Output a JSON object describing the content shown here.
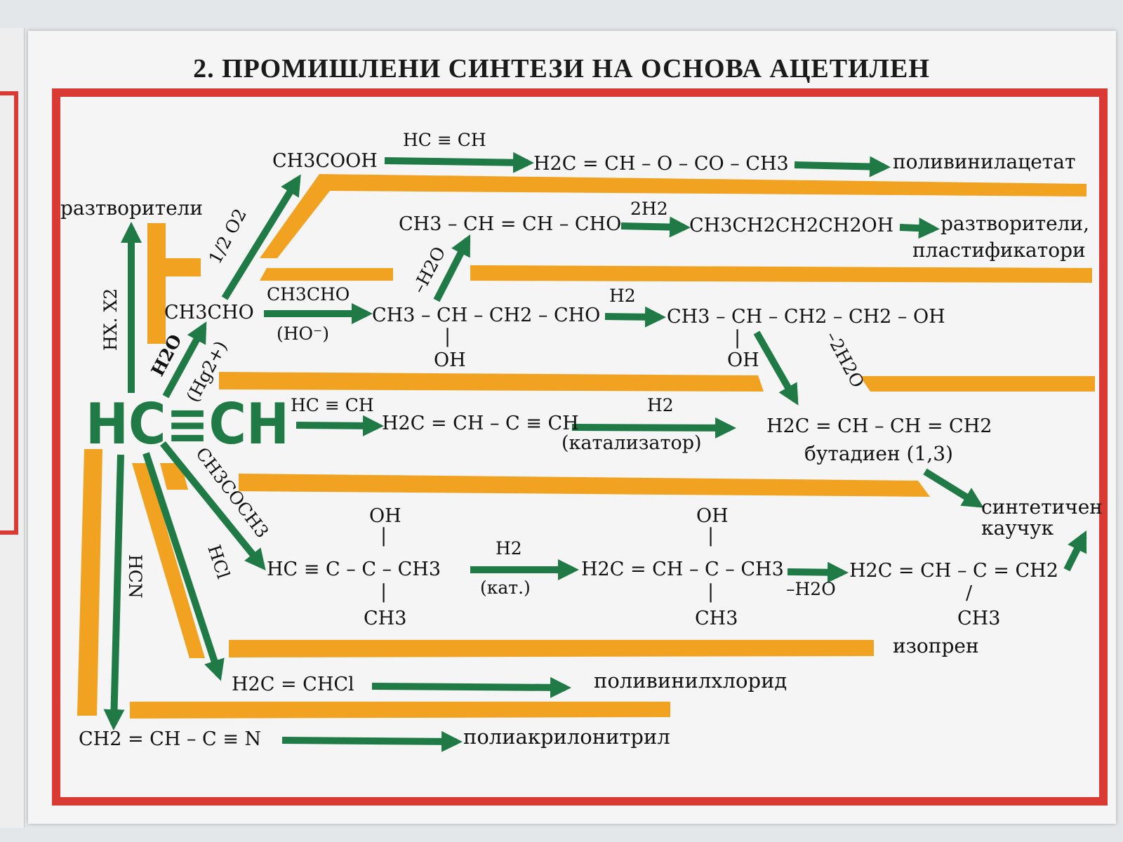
{
  "title": "2. ПРОМИШЛЕНИ СИНТЕЗИ НА ОСНОВА АЦЕТИЛЕН",
  "colors": {
    "frame": "#d93a33",
    "band": "#f0a220",
    "arrow": "#1f7a45",
    "text": "#111111"
  },
  "center": {
    "formula": "HC≡CH"
  },
  "nodes": {
    "ch3cooh": "CH3COOH",
    "vinyl_acetate": "H2C = CH – O – CO – CH3",
    "polyvinyl_acetate": "поливинилацетат",
    "crotonaldehyde": "CH3 – CH = CH – CHO",
    "butanol": "CH3CH2CH2CH2OH",
    "solvents_plasticizers_1": "разтворители,",
    "solvents_plasticizers_2": "пластификатори",
    "solvents": "разтворители",
    "acetaldehyde": "CH3CHO",
    "aldol": "CH3 – CH – CH2 – CHO",
    "aldol_oh": "OH",
    "butanediol": "CH3 – CH – CH2 – CH2 – OH",
    "butanediol_oh": "OH",
    "vinylacetylene": "H2C = CH – C ≡ CH",
    "butadiene": "H2C = CH – CH = CH2",
    "butadiene_name": "бутадиен (1,3)",
    "rubber_1": "синтетичен",
    "rubber_2": "каучук",
    "methylbutynol": "HC ≡ C – C – CH3",
    "methylbutynol_oh": "OH",
    "methylbutynol_ch3": "CH3",
    "methylbutenol": "H2C = CH – C – CH3",
    "methylbutenol_oh": "OH",
    "methylbutenol_ch3": "CH3",
    "isoprene_formula": "H2C = CH – C = CH2",
    "isoprene_ch3": "CH3",
    "isoprene_name": "изопрен",
    "vinyl_chloride": "H2C = CHCl",
    "pvc": "поливинилхлорид",
    "acrylonitrile": "CH2 = CH – C ≡ N",
    "polyacrylonitrile": "полиакрилонитрил"
  },
  "labels": {
    "hc_ch_top": "HC ≡ CH",
    "two_h2": "2H2",
    "ch3cho_reagent": "CH3CHO",
    "ho_minus": "(HO⁻)",
    "h2_a": "H2",
    "minus_h2o_a": "–H2O",
    "half_o2": "1/2 O2",
    "minus_2h2o": "–2H2O",
    "hx_x2": "HX. X2",
    "h2o": "H2O",
    "hg2": "(Hg2+)",
    "hc_ch_mid": "HC ≡ CH",
    "h2_b": "H2",
    "catalyst": "(катализатор)",
    "acetone": "CH3COCH3",
    "h2_c": "H2",
    "kat": "(кат.)",
    "minus_h2o_b": "–H2O",
    "hcl": "HCl",
    "hcn": "HCN"
  }
}
